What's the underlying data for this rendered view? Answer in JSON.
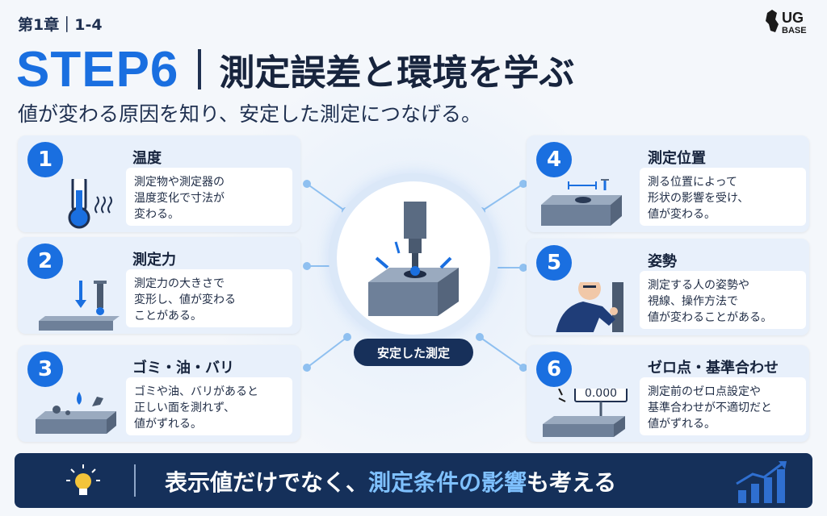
{
  "header": {
    "chapter": "第1章｜1-4",
    "step": "STEP6",
    "title": "測定誤差と環境を学ぶ",
    "subtitle": "値が変わる原因を知り、安定した測定につなげる。",
    "logo_text": "UG BASE"
  },
  "cards": [
    {
      "num": "1",
      "title": "温度",
      "icon": "thermometer-icon",
      "unit": "℃",
      "desc": [
        "測定物や測定器の",
        "温度変化で寸法が",
        "変わる。"
      ]
    },
    {
      "num": "2",
      "title": "測定力",
      "icon": "probe-force-icon",
      "desc": [
        "測定力の大きさで",
        "変形し、値が変わる",
        "ことがある。"
      ]
    },
    {
      "num": "3",
      "title": "ゴミ・油・バリ",
      "icon": "dirty-surface-icon",
      "desc": [
        "ゴミや油、バリがあると",
        "正しい面を測れず、",
        "値がずれる。"
      ]
    },
    {
      "num": "4",
      "title": "測定位置",
      "icon": "measure-position-icon",
      "desc": [
        "測る位置によって",
        "形状の影響を受け、",
        "値が変わる。"
      ]
    },
    {
      "num": "5",
      "title": "姿勢",
      "icon": "posture-icon",
      "desc": [
        "測定する人の姿勢や",
        "視線、操作方法で",
        "値が変わることがある。"
      ]
    },
    {
      "num": "6",
      "title": "ゼロ点・基準合わせ",
      "icon": "zero-point-icon",
      "display": "0.000",
      "desc": [
        "測定前のゼロ点設定や",
        "基準合わせが不適切だと",
        "値がずれる。"
      ]
    }
  ],
  "center": {
    "label": "安定した測定",
    "icon": "stable-measurement-icon"
  },
  "banner": {
    "icon": "lightbulb-icon",
    "prefix": "表示値だけでなく、",
    "highlight": "測定条件の影響",
    "suffix": "も考える",
    "trend_icon": "trend-up-icon"
  },
  "colors": {
    "accent": "#1a6fe0",
    "navy": "#15305a",
    "card_bg": "#e8f0fb",
    "highlight": "#7fc1ff"
  }
}
